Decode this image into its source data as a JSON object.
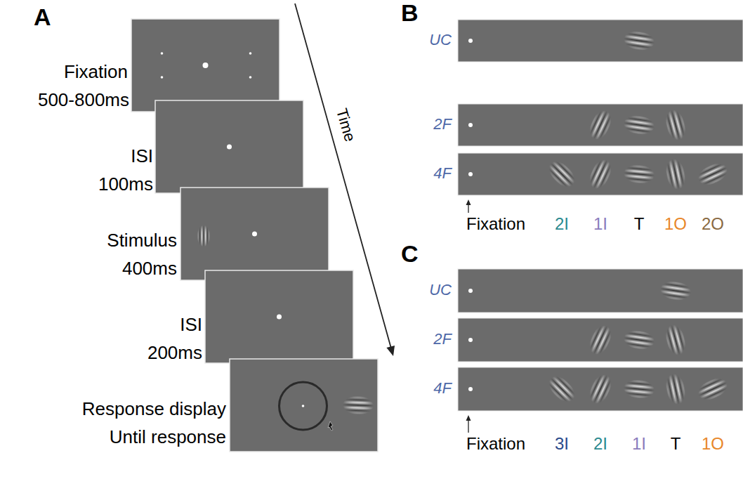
{
  "diagram": {
    "labels": [
      "A",
      "Fixation",
      "500-800ms",
      "ISI",
      "100ms",
      "Stimulus",
      "400ms",
      "ISI",
      "200ms",
      "Response display",
      "Until response",
      "Time",
      "B",
      "UC",
      "2F",
      "4F",
      "Fixation",
      "2I",
      "1I",
      "T",
      "1O",
      "2O",
      "C",
      "UC",
      "2F",
      "4F",
      "Fixation",
      "3I",
      "2I",
      "1I",
      "T",
      "1O"
    ]
  }
}
